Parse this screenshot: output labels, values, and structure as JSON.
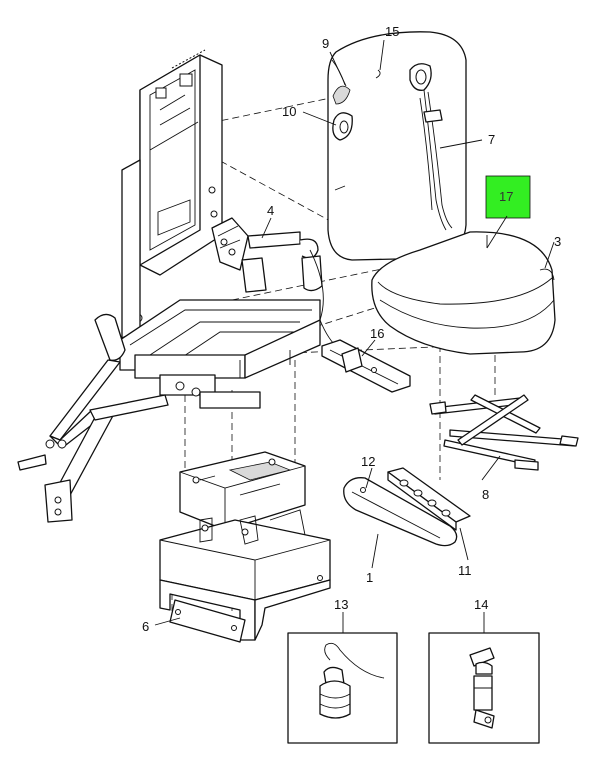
{
  "colors": {
    "highlight": "#33ee22",
    "line": "#111111",
    "background": "#ffffff"
  },
  "callouts": {
    "c1": "1",
    "c3": "3",
    "c4": "4",
    "c6": "6",
    "c7": "7",
    "c8": "8",
    "c9": "9",
    "c10": "10",
    "c11": "11",
    "c12": "12",
    "c13": "13",
    "c14": "14",
    "c15": "15",
    "c16": "16",
    "c17": "17"
  },
  "highlighted_callout": "17"
}
